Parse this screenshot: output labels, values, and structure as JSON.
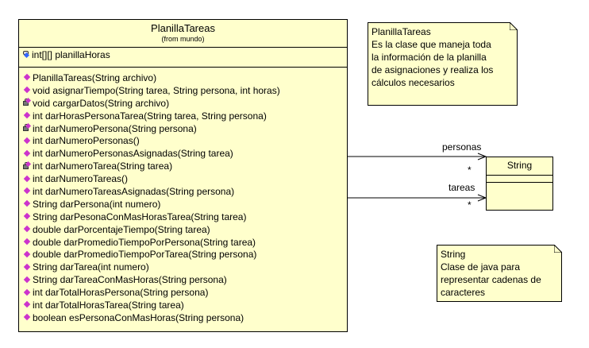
{
  "main_class": {
    "name": "PlanillaTareas",
    "stereotype": "(from mundo)",
    "attributes": [
      {
        "text": "int[][] planillaHoras",
        "icon": "private-attribute-icon"
      }
    ],
    "operations": [
      {
        "text": "PlanillaTareas(String archivo)",
        "icon": "public"
      },
      {
        "text": "void asignarTiempo(String tarea, String persona, int horas)",
        "icon": "public"
      },
      {
        "text": "void cargarDatos(String archivo)",
        "icon": "private"
      },
      {
        "text": "int darHorasPersonaTarea(String tarea, String persona)",
        "icon": "public"
      },
      {
        "text": "int darNumeroPersona(String persona)",
        "icon": "private"
      },
      {
        "text": "int darNumeroPersonas()",
        "icon": "public"
      },
      {
        "text": "int darNumeroPersonasAsignadas(String tarea)",
        "icon": "public"
      },
      {
        "text": "int darNumeroTarea(String tarea)",
        "icon": "private"
      },
      {
        "text": "int darNumeroTareas()",
        "icon": "public"
      },
      {
        "text": "int darNumeroTareasAsignadas(String persona)",
        "icon": "public"
      },
      {
        "text": "String darPersona(int numero)",
        "icon": "public"
      },
      {
        "text": "String darPesonaConMasHorasTarea(String tarea)",
        "icon": "public"
      },
      {
        "text": "double darPorcentajeTiempo(String tarea)",
        "icon": "public"
      },
      {
        "text": "double darPromedioTiempoPorPersona(String tarea)",
        "icon": "public"
      },
      {
        "text": "double darPromedioTiempoPorTarea(String persona)",
        "icon": "public"
      },
      {
        "text": "String darTarea(int numero)",
        "icon": "public"
      },
      {
        "text": "String darTareaConMasHoras(String persona)",
        "icon": "public"
      },
      {
        "text": "int darTotalHorasPersona(String persona)",
        "icon": "public"
      },
      {
        "text": "int darTotalHorasTarea(String tarea)",
        "icon": "public"
      },
      {
        "text": "boolean esPersonaConMasHoras(String persona)",
        "icon": "public"
      }
    ]
  },
  "string_class": {
    "name": "String"
  },
  "associations": [
    {
      "role": "personas",
      "multiplicity": "*"
    },
    {
      "role": "tareas",
      "multiplicity": "*"
    }
  ],
  "notes": {
    "planilla": {
      "lines": [
        "PlanillaTareas",
        "Es la clase que maneja toda",
        "la información de la planilla",
        "de asignaciones  y realiza los",
        "cálculos necesarios"
      ]
    },
    "string": {
      "lines": [
        "String",
        "Clase de java para",
        "representar cadenas de",
        "caracteres"
      ]
    }
  },
  "colors": {
    "class_fill": "#ffffcc",
    "public_icon": "#cc33cc",
    "attribute_icon": "#3366ff"
  }
}
